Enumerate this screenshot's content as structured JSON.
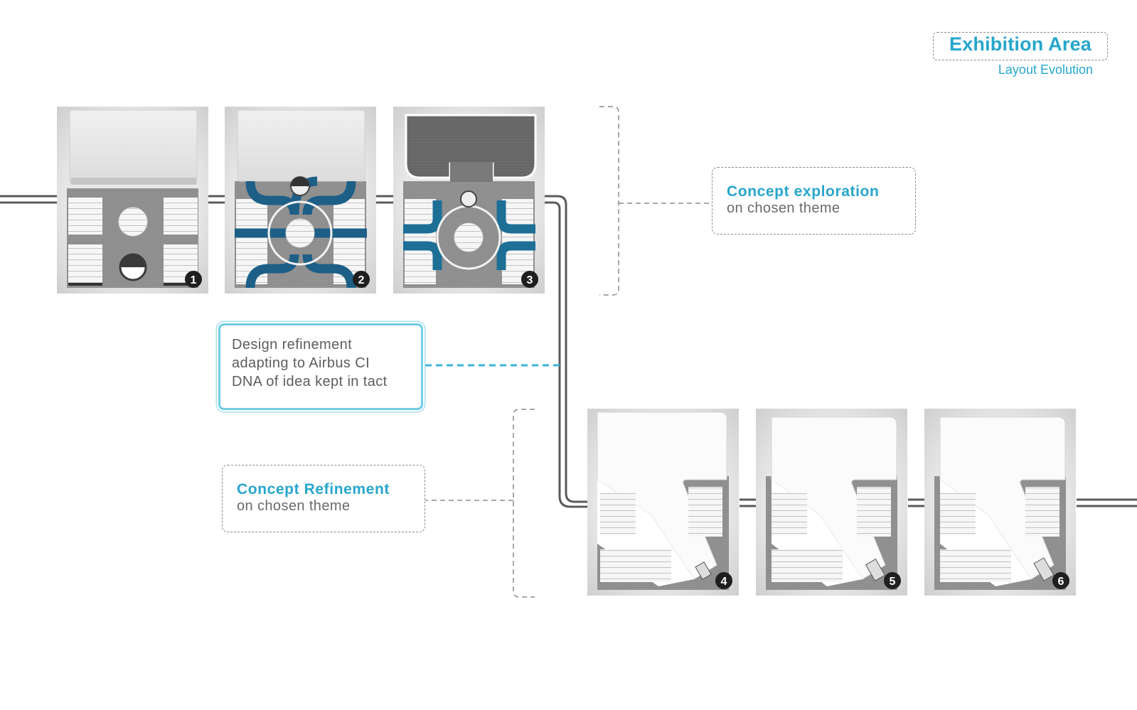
{
  "header": {
    "title": "Exhibition Area",
    "subtitle": "Layout Evolution"
  },
  "notes": {
    "exploration": {
      "heading": "Concept exploration",
      "sub": "on chosen theme"
    },
    "refinement_callout": {
      "lines": [
        "Design refinement",
        "adapting to Airbus CI",
        "DNA of idea kept in tact"
      ]
    },
    "refinement": {
      "heading": "Concept Refinement",
      "sub": "on chosen theme"
    }
  },
  "layouts": [
    {
      "number": "1",
      "variant": "grid-with-round-tables"
    },
    {
      "number": "2",
      "variant": "blue-ribbon-paths"
    },
    {
      "number": "3",
      "variant": "dark-curved-wall"
    },
    {
      "number": "4",
      "variant": "diagonal-wall"
    },
    {
      "number": "5",
      "variant": "diagonal-wall"
    },
    {
      "number": "6",
      "variant": "diagonal-wall"
    }
  ],
  "colors": {
    "accent": "#27a6cc",
    "accent_light": "#6fcde6",
    "pathway": "#5a5a5a",
    "ribbon_blue": "#1d5f86",
    "floor": "#8e8e8e"
  }
}
